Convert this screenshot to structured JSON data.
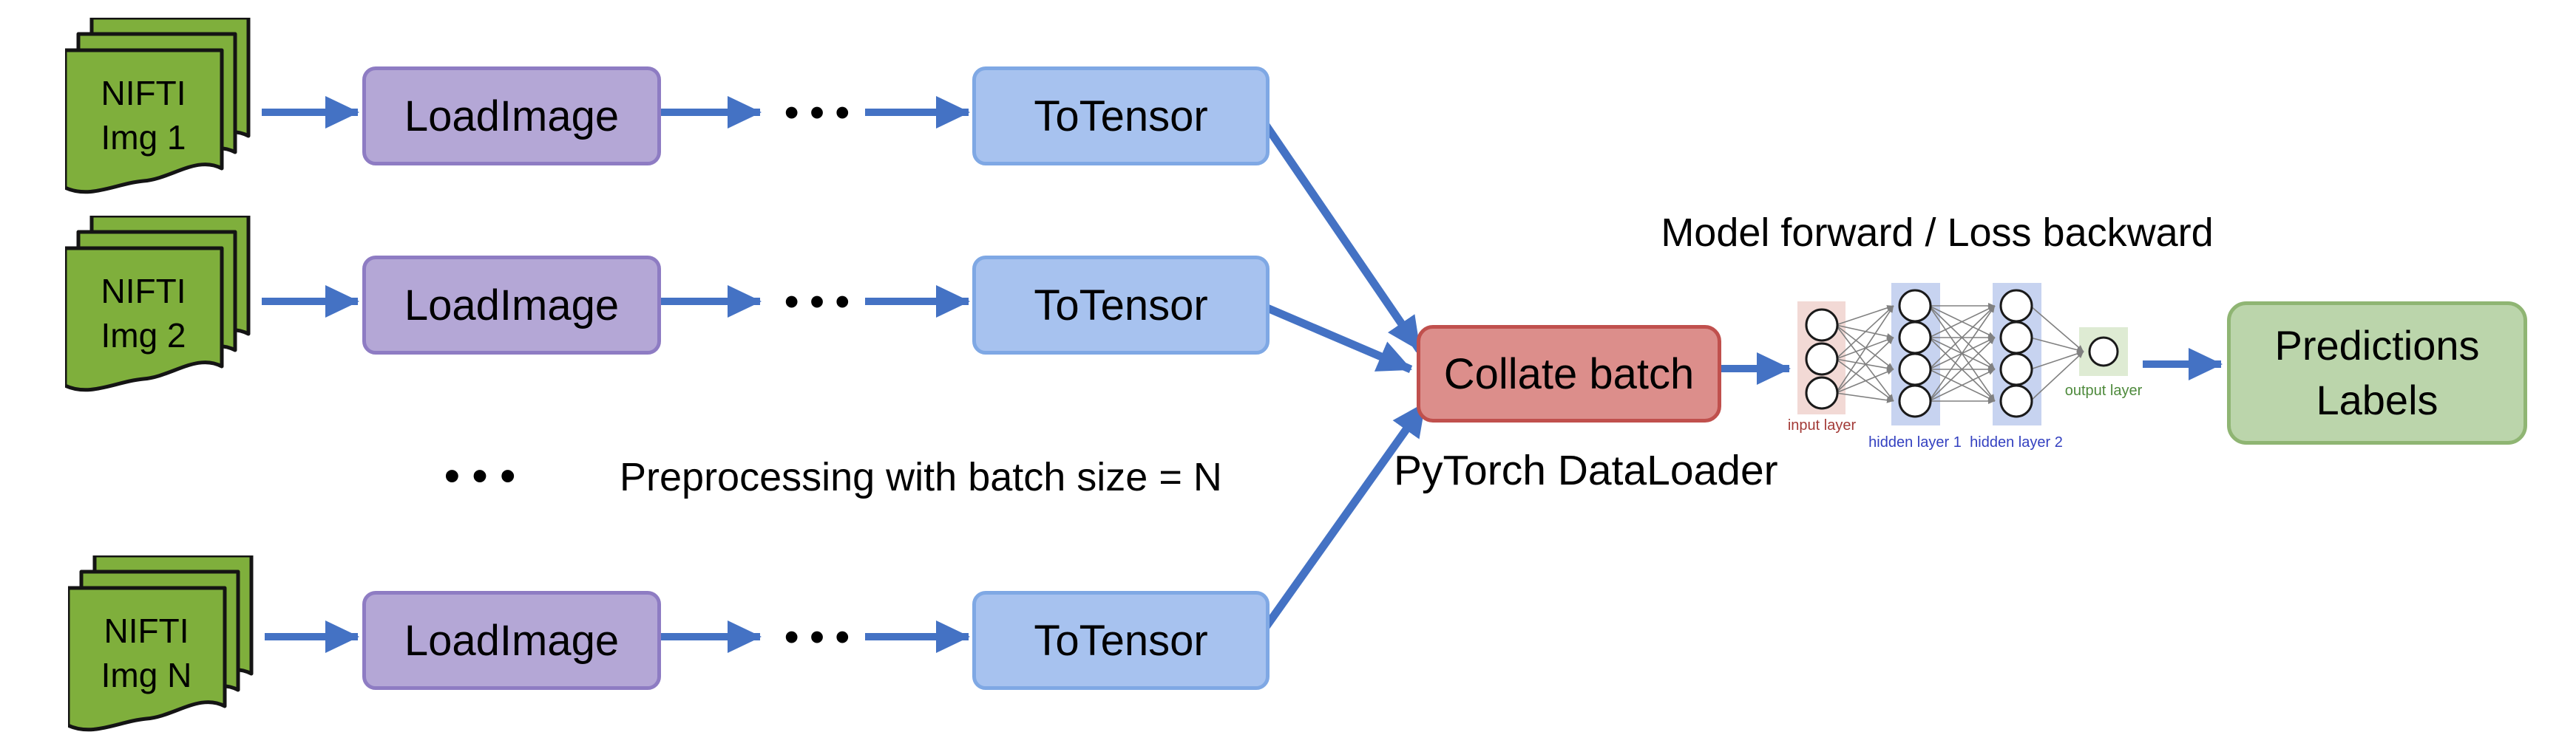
{
  "colors": {
    "arrow_blue": "#4472C4",
    "doc_green": "#7FAF3C",
    "load_fill": "#B4A7D6",
    "load_border": "#8E7CC3",
    "tensor_fill": "#A7C2EF",
    "tensor_border": "#7FA8E4",
    "collate_fill": "#DC8E8B",
    "collate_border": "#C0504D",
    "pred_fill": "#BBD5AB",
    "pred_border": "#8FB573",
    "nn_input_band": "#F2D9D5",
    "nn_hidden_band": "#C7D3F0",
    "nn_output_band": "#DEEBD3",
    "nn_input_label": "#A33B38",
    "nn_hidden_label": "#3340C0",
    "nn_output_label": "#4E8A3C",
    "nn_edge": "#808080"
  },
  "pipeline": {
    "rows": [
      {
        "doc_line1": "NIFTI",
        "doc_line2": "Img 1",
        "load_label": "LoadImage",
        "dots": "•••",
        "tensor_label": "ToTensor"
      },
      {
        "doc_line1": "NIFTI",
        "doc_line2": "Img 2",
        "load_label": "LoadImage",
        "dots": "•••",
        "tensor_label": "ToTensor"
      },
      {
        "doc_line1": "NIFTI",
        "doc_line2": "Img N",
        "load_label": "LoadImage",
        "dots": "•••",
        "tensor_label": "ToTensor"
      }
    ],
    "note": {
      "dots": "•••",
      "text": "Preprocessing with batch size = N"
    }
  },
  "collate": {
    "label": "Collate batch",
    "caption": "PyTorch DataLoader"
  },
  "model": {
    "title": "Model forward / Loss backward",
    "layers": [
      {
        "name": "input layer",
        "neurons": 3
      },
      {
        "name": "hidden layer 1",
        "neurons": 4
      },
      {
        "name": "hidden layer 2",
        "neurons": 4
      },
      {
        "name": "output layer",
        "neurons": 1
      }
    ]
  },
  "result": {
    "line1": "Predictions",
    "line2": "Labels"
  }
}
